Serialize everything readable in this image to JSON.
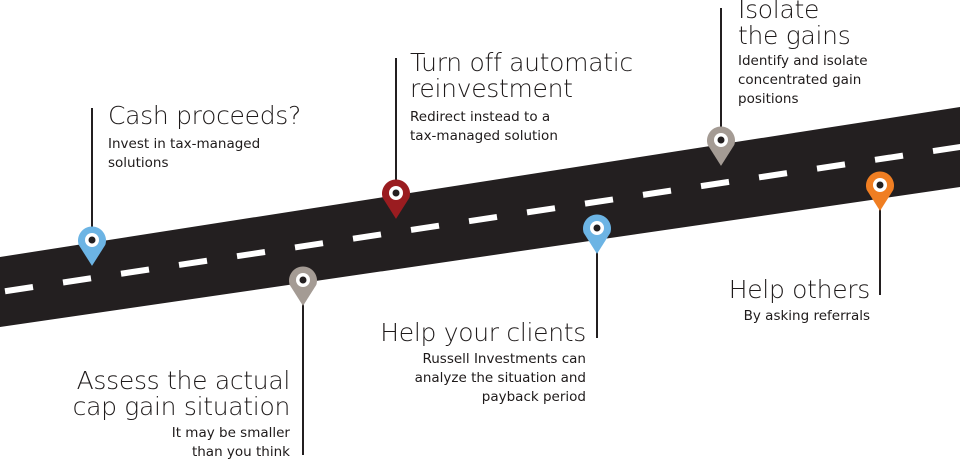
{
  "colors": {
    "road": "#231f20",
    "dash": "#ffffff",
    "line": "#231f20",
    "pin_blue": "#6cb4e4",
    "pin_gray": "#a49b94",
    "pin_red": "#9a1c20",
    "pin_orange": "#f07e22"
  },
  "milestones": [
    {
      "id": "cash-proceeds",
      "title_lines": [
        "Cash proceeds?"
      ],
      "desc_lines": [
        "Invest in tax-managed",
        "solutions"
      ],
      "pin_color": "pin_blue",
      "side": "above"
    },
    {
      "id": "assess-cap-gain",
      "title_lines": [
        "Assess the actual",
        "cap gain situation"
      ],
      "desc_lines": [
        "It may be smaller",
        "than you think"
      ],
      "pin_color": "pin_gray",
      "side": "below"
    },
    {
      "id": "turn-off-reinvestment",
      "title_lines": [
        "Turn off automatic",
        "reinvestment"
      ],
      "desc_lines": [
        "Redirect instead to a",
        "tax-managed solution"
      ],
      "pin_color": "pin_red",
      "side": "above"
    },
    {
      "id": "help-your-clients",
      "title_lines": [
        "Help your clients"
      ],
      "desc_lines": [
        "Russell Investments can",
        "analyze the situation and",
        "payback period"
      ],
      "pin_color": "pin_blue",
      "side": "below"
    },
    {
      "id": "isolate-gains",
      "title_lines": [
        "Isolate",
        "the gains"
      ],
      "desc_lines": [
        "Identify and isolate",
        "concentrated gain",
        "positions"
      ],
      "pin_color": "pin_gray",
      "side": "above"
    },
    {
      "id": "help-others",
      "title_lines": [
        "Help others"
      ],
      "desc_lines": [
        "By asking referrals"
      ],
      "pin_color": "pin_orange",
      "side": "below"
    }
  ]
}
